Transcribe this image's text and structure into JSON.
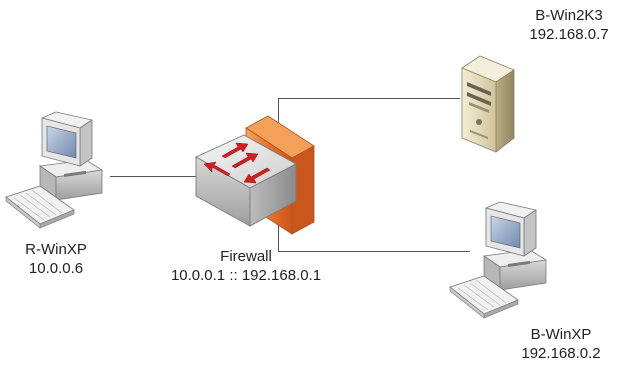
{
  "nodes": {
    "r_winxp": {
      "name": "R-WinXP",
      "ip": "10.0.0.6"
    },
    "firewall": {
      "name": "Firewall",
      "ip": "10.0.0.1 :: 192.168.0.1"
    },
    "b_win2k3": {
      "name": "B-Win2K3",
      "ip": "192.168.0.7"
    },
    "b_winxp": {
      "name": "B-WinXP",
      "ip": "192.168.0.2"
    }
  },
  "connections": [
    {
      "from": "r_winxp",
      "to": "firewall"
    },
    {
      "from": "firewall",
      "to": "b_win2k3"
    },
    {
      "from": "firewall",
      "to": "b_winxp"
    }
  ],
  "colors": {
    "link": "#555555",
    "firewall_orange": "#e8742a",
    "switch_gray": "#d9d9d9",
    "arrow_red": "#d22020",
    "server_beige": "#e4dcbc",
    "monitor_screen": "#8fa6c4"
  }
}
